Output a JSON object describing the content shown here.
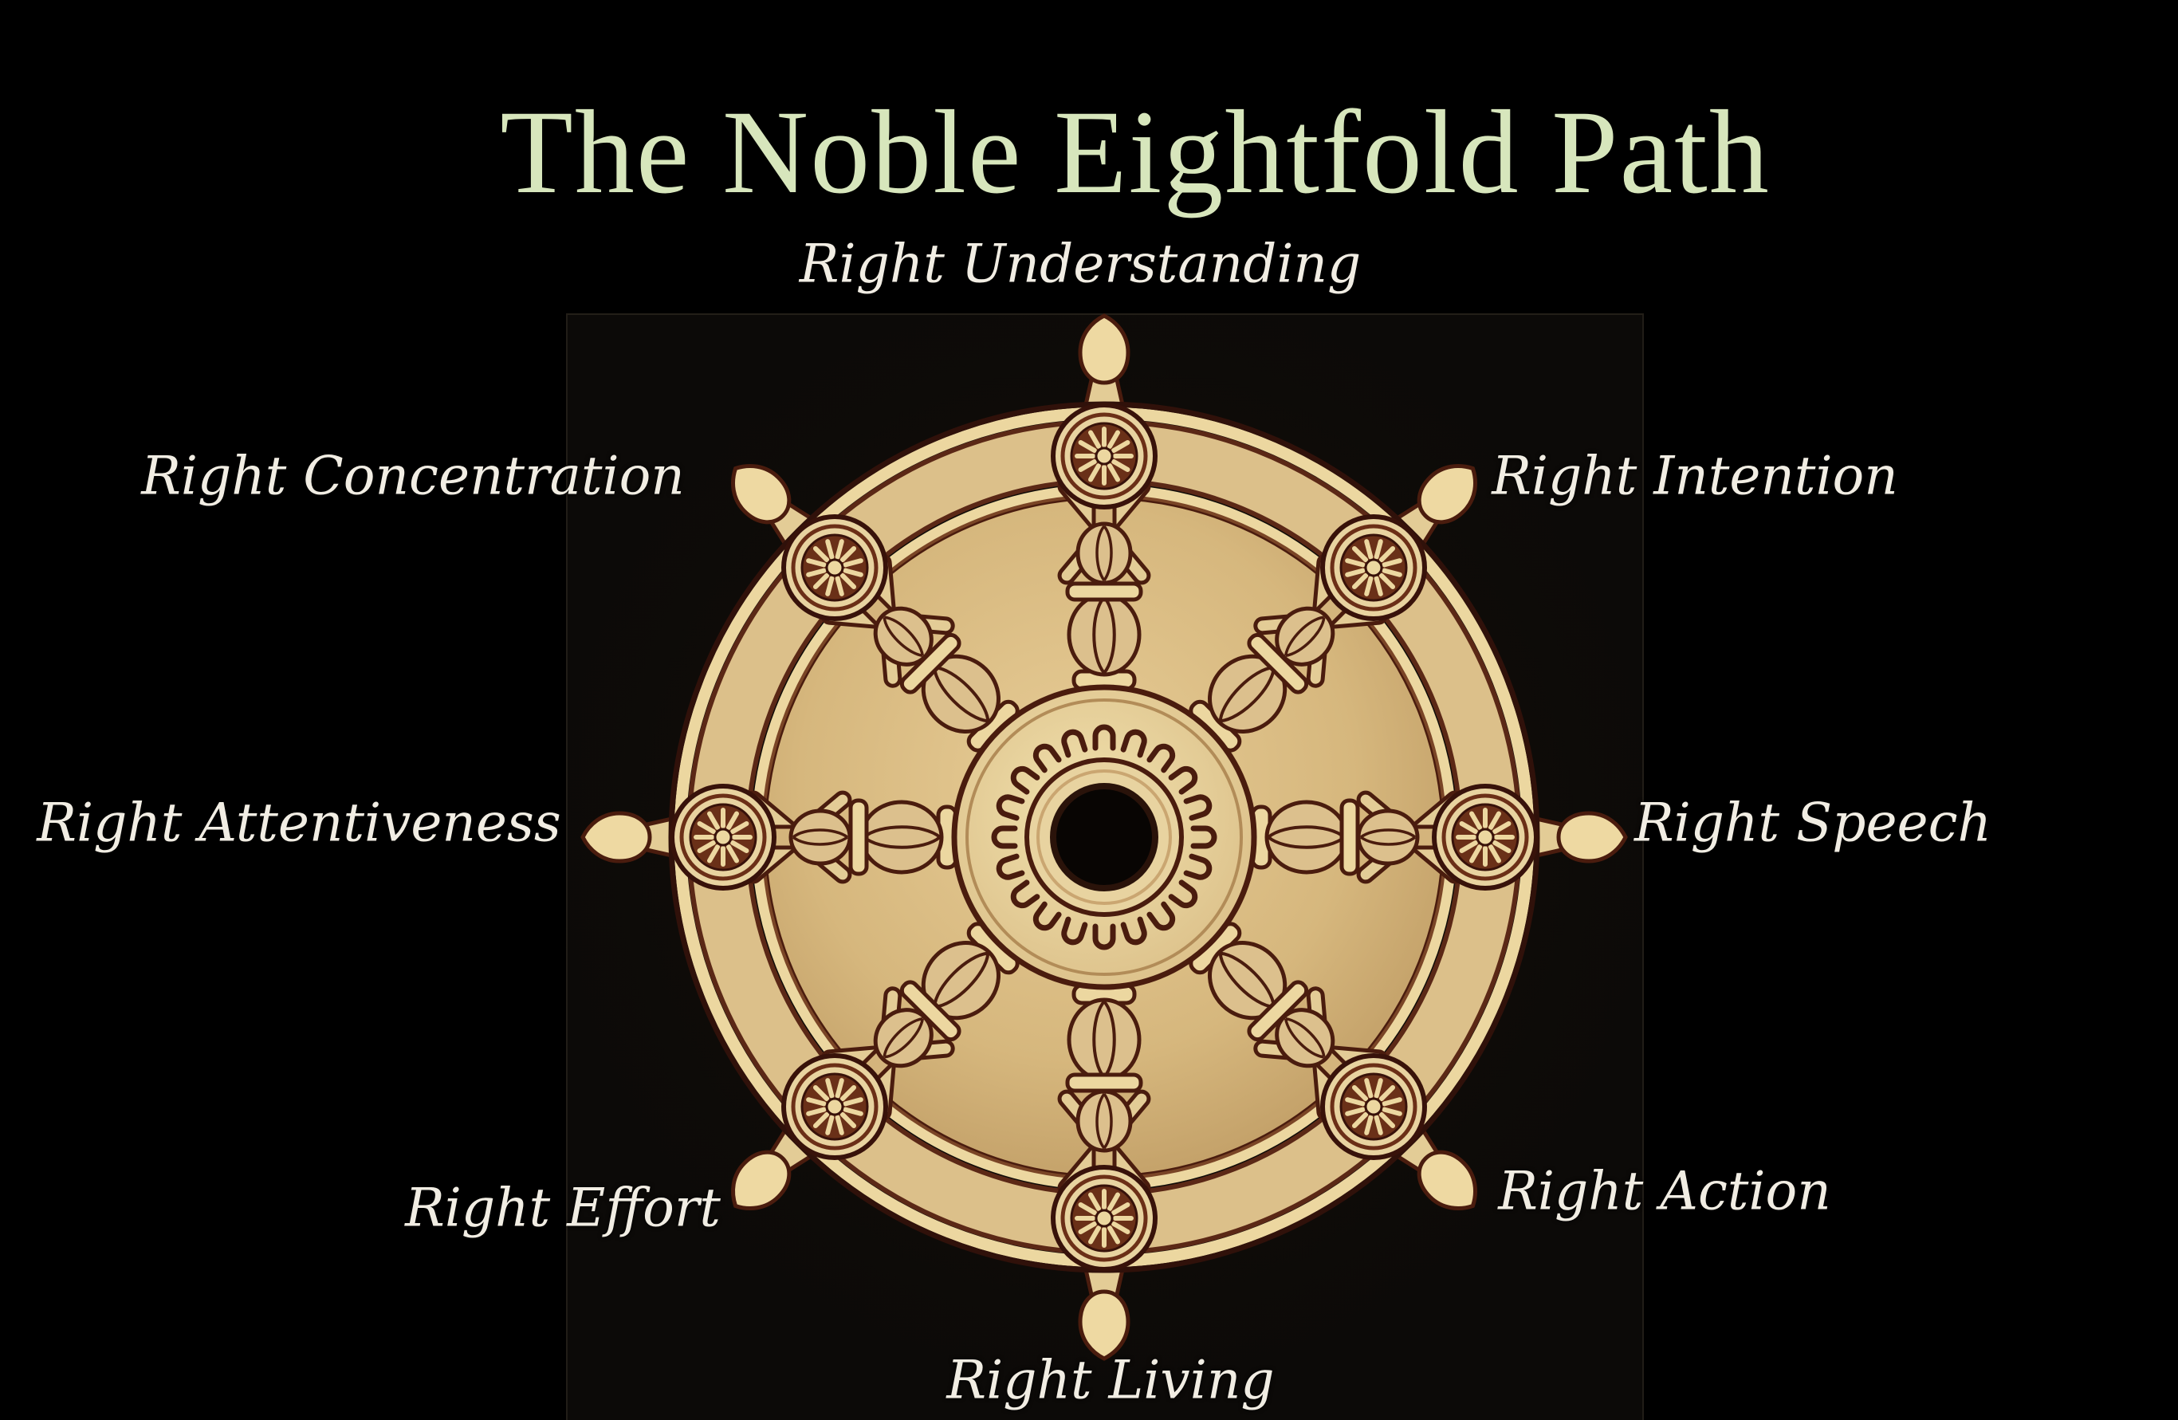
{
  "title": {
    "text": "The Noble Eightfold Path"
  },
  "diagram": {
    "name": "Noble Eightfold Path dharma wheel diagram",
    "labels": [
      {
        "id": "right-understanding",
        "text": "Right Understanding",
        "position": "top"
      },
      {
        "id": "right-intention",
        "text": "Right Intention",
        "position": "upper-right"
      },
      {
        "id": "right-speech",
        "text": "Right Speech",
        "position": "right"
      },
      {
        "id": "right-action",
        "text": "Right Action",
        "position": "lower-right"
      },
      {
        "id": "right-living",
        "text": "Right Living",
        "position": "bottom"
      },
      {
        "id": "right-effort",
        "text": "Right Effort",
        "position": "lower-left"
      },
      {
        "id": "right-attentiveness",
        "text": "Right Attentiveness",
        "position": "left"
      },
      {
        "id": "right-concentration",
        "text": "Right Concentration",
        "position": "upper-left"
      }
    ]
  },
  "colors": {
    "background": "#000000",
    "title_green": "#d7e6bc",
    "label_white": "#f1ede3",
    "wheel_gold_light": "#eed9a2",
    "wheel_gold": "#d8ba81",
    "wheel_gold_dark": "#bd9a62",
    "wheel_outline": "#4a1c0e",
    "photo_background": "#0c0a08"
  }
}
